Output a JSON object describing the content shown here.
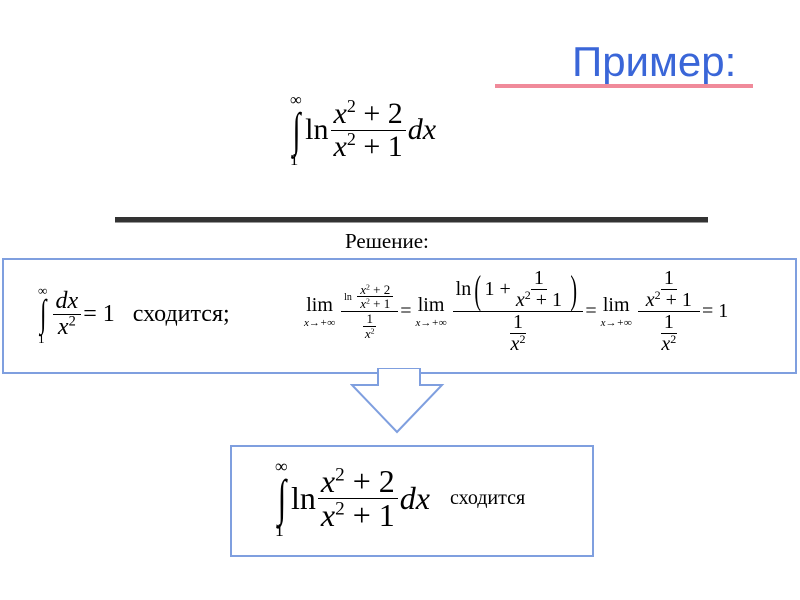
{
  "title": "Пример:",
  "solution_label": "Решение:",
  "integral": {
    "upper": "∞",
    "lower": "1",
    "sign": "∫",
    "ln": "ln",
    "num": "x",
    "num_exp": "2",
    "num_rest": " + 2",
    "den": "x",
    "den_exp": "2",
    "den_rest": " + 1",
    "dx": "dx"
  },
  "comparison": {
    "upper": "∞",
    "lower": "1",
    "sign": "∫",
    "num": "dx",
    "den": "x",
    "den_exp": "2",
    "eq": "= 1",
    "verdict": "сходится;"
  },
  "limit": {
    "lim": "lim",
    "sub": "x→+∞",
    "eq": "=",
    "one": "1",
    "ln": "ln",
    "plus": "1 +",
    "x": "x",
    "exp": "2",
    "p2": " + 2",
    "p1": " + 1",
    "result": "= 1"
  },
  "conclusion": {
    "verdict": "сходится"
  },
  "colors": {
    "title": "#3a66d8",
    "underline": "#f08a9a",
    "box_border": "#7f9fdf"
  }
}
